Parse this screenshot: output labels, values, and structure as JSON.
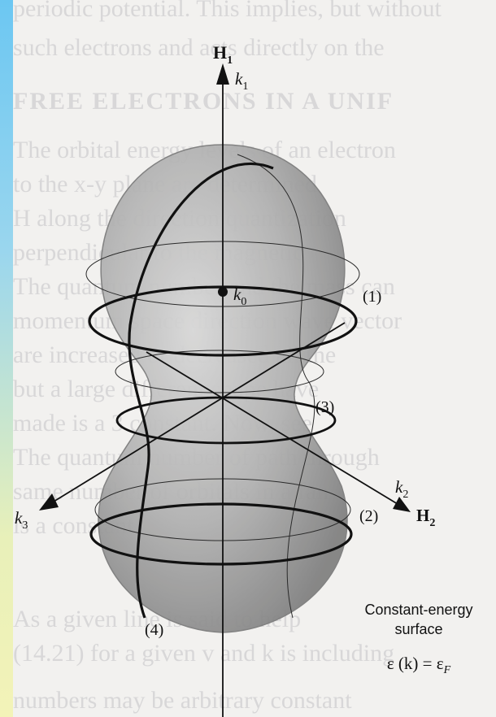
{
  "background_text": [
    "periodic potential. This implies, but without",
    "such electrons and acts directly on the",
    "FREE ELECTRONS IN A UNIF",
    "The orbital energy levels of an electron",
    "to the x-y plane are determined",
    "H along the direction quantization",
    "perpendicular to the magnetic",
    "The quantum number and the mass can",
    "momentum space direction wave vector",
    "are increased or decreased all the",
    "but a large different shape have",
    "made is a 3 constant. Now, see",
    "The quantum number of path through",
    "same number of orbitals in a fan",
    "is a constant",
    "As a given line is said to help",
    "(14.21) for a given v and k is including",
    "numbers may be arbitrary constant"
  ],
  "figure": {
    "axis_labels": {
      "h1": "H",
      "h1_sub": "1",
      "k1": "k",
      "k1_sub": "1",
      "k0": "k",
      "k0_sub": "0",
      "k2": "k",
      "k2_sub": "2",
      "h2": "H",
      "h2_sub": "2",
      "k3": "k",
      "k3_sub": "3"
    },
    "orbit_labels": {
      "orbit1": "(1)",
      "orbit2": "(2)",
      "orbit3": "(3)",
      "orbit4": "(4)"
    },
    "caption": {
      "line1": "Constant-energy",
      "line2": "surface",
      "equation": "ε (k) = ε",
      "equation_sub": "F"
    }
  }
}
